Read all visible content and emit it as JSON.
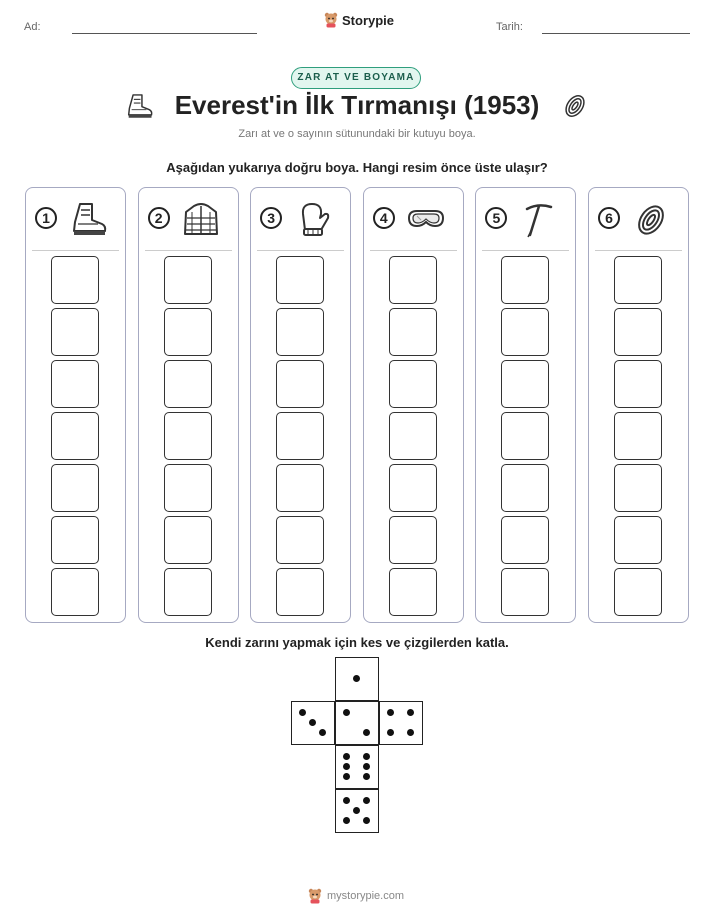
{
  "header": {
    "name_label": "Ad:",
    "brand": "Storypie",
    "date_label": "Tarih:"
  },
  "badge": "ZAR AT VE BOYAMA",
  "title": "Everest'in İlk Tırmanışı (1953)",
  "subtitle": "Zarı at ve o sayının sütunundaki bir kutuyu boya.",
  "instruction": "Aşağıdan yukarıya doğru boya. Hangi resim önce üste ulaşır?",
  "columns": [
    {
      "number": "1",
      "icon": "boot-icon"
    },
    {
      "number": "2",
      "icon": "jacket-icon"
    },
    {
      "number": "3",
      "icon": "mitten-icon"
    },
    {
      "number": "4",
      "icon": "goggles-icon"
    },
    {
      "number": "5",
      "icon": "ice-axe-icon"
    },
    {
      "number": "6",
      "icon": "rope-icon"
    }
  ],
  "boxes_per_column": 7,
  "die_caption": "Kendi zarını yapmak için kes ve çizgilerden katla.",
  "footer": "mystorypie.com"
}
